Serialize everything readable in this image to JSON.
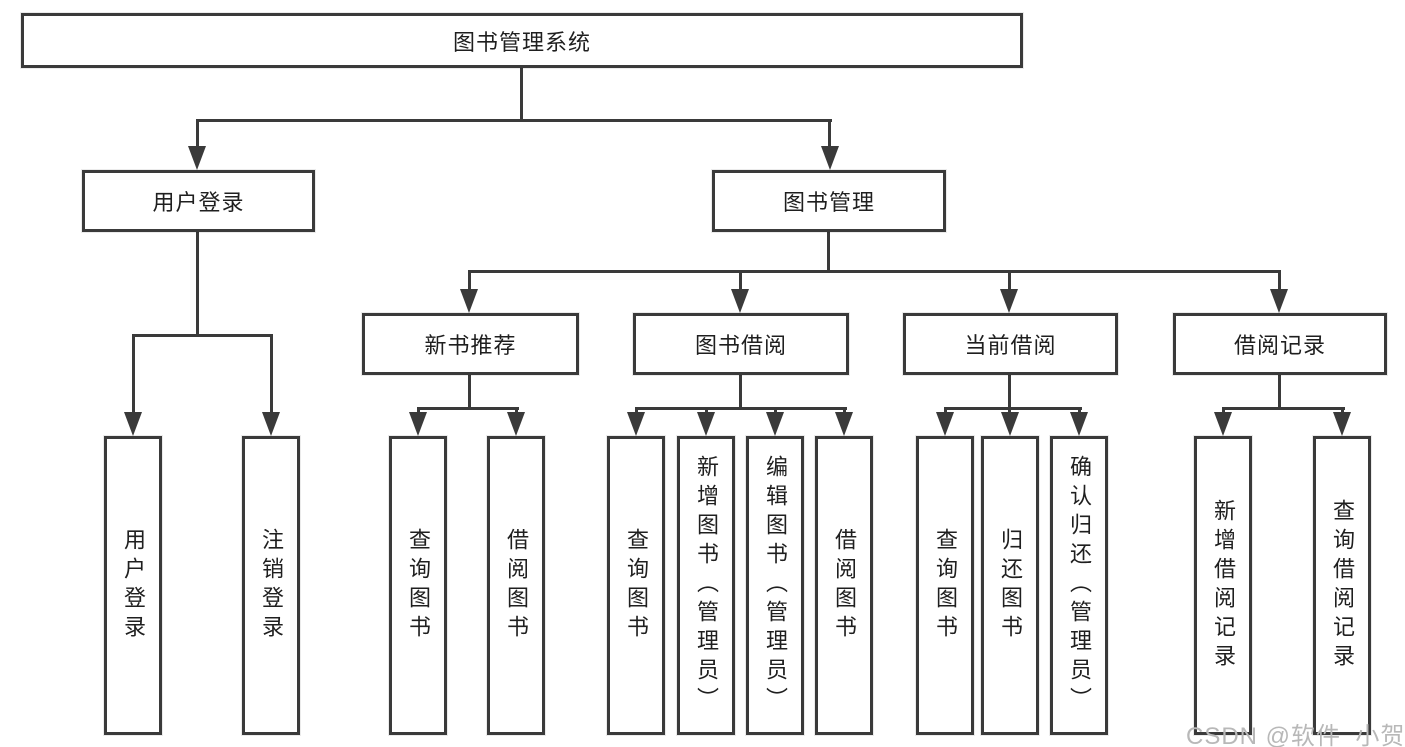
{
  "diagram": {
    "title": "图书管理系统",
    "watermark": "CSDN @软件_小贺同学",
    "colors": {
      "line": "#3a3a3a",
      "node_border": "#3a3a3a",
      "node_fill": "#ffffff",
      "text": "#1f1f1f",
      "watermark": "#b8b8b8",
      "background": "#ffffff"
    },
    "nodes": [
      {
        "id": "root",
        "label": "图书管理系统"
      },
      {
        "id": "user-login-branch",
        "label": "用户登录"
      },
      {
        "id": "book-management",
        "label": "图书管理"
      },
      {
        "id": "new-book-recommend",
        "label": "新书推荐"
      },
      {
        "id": "book-borrowing",
        "label": "图书借阅"
      },
      {
        "id": "current-borrowing",
        "label": "当前借阅"
      },
      {
        "id": "borrowing-records",
        "label": "借阅记录"
      },
      {
        "id": "user-login",
        "label": "用户登录"
      },
      {
        "id": "logout",
        "label": "注销登录"
      },
      {
        "id": "query-books-1",
        "label": "查询图书"
      },
      {
        "id": "borrow-books-1",
        "label": "借阅图书"
      },
      {
        "id": "query-books-2",
        "label": "查询图书"
      },
      {
        "id": "add-books-admin",
        "label": "新增图书（管理员）"
      },
      {
        "id": "edit-books-admin",
        "label": "编辑图书（管理员）"
      },
      {
        "id": "borrow-books-2",
        "label": "借阅图书"
      },
      {
        "id": "query-books-3",
        "label": "查询图书"
      },
      {
        "id": "return-books",
        "label": "归还图书"
      },
      {
        "id": "confirm-return-admin",
        "label": "确认归还（管理员）"
      },
      {
        "id": "add-borrowing-record",
        "label": "新增借阅记录"
      },
      {
        "id": "query-borrowing-record",
        "label": "查询借阅记录"
      }
    ],
    "edges": [
      {
        "from": "root",
        "to": [
          "user-login-branch",
          "book-management"
        ]
      },
      {
        "from": "user-login-branch",
        "to": [
          "user-login",
          "logout"
        ]
      },
      {
        "from": "book-management",
        "to": [
          "new-book-recommend",
          "book-borrowing",
          "current-borrowing",
          "borrowing-records"
        ]
      },
      {
        "from": "new-book-recommend",
        "to": [
          "query-books-1",
          "borrow-books-1"
        ]
      },
      {
        "from": "book-borrowing",
        "to": [
          "query-books-2",
          "add-books-admin",
          "edit-books-admin",
          "borrow-books-2"
        ]
      },
      {
        "from": "current-borrowing",
        "to": [
          "query-books-3",
          "return-books",
          "confirm-return-admin"
        ]
      },
      {
        "from": "borrowing-records",
        "to": [
          "add-borrowing-record",
          "query-borrowing-record"
        ]
      }
    ]
  }
}
